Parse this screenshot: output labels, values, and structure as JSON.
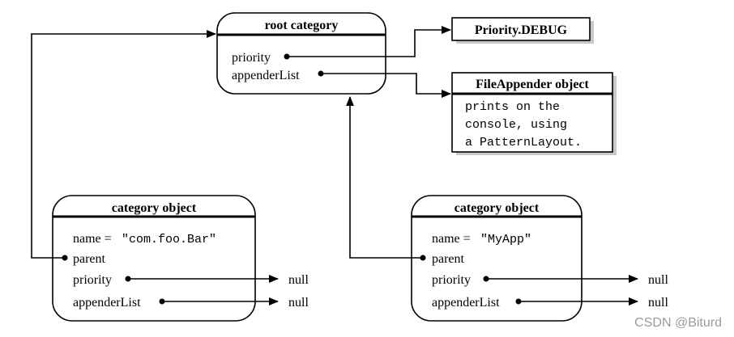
{
  "root": {
    "title": "root category",
    "priority_label": "priority",
    "appender_label": "appenderList"
  },
  "priority_box": {
    "label": "Priority.DEBUG"
  },
  "file_appender": {
    "title": "FileAppender object",
    "lines": [
      "prints on the",
      "console, using",
      "a PatternLayout."
    ]
  },
  "category_left": {
    "title": "category object",
    "name_label": "name = ",
    "name_value": "\"com.foo.Bar\"",
    "parent_label": "parent",
    "priority_label": "priority",
    "appender_label": "appenderList",
    "priority_value": "null",
    "appender_value": "null"
  },
  "category_right": {
    "title": "category object",
    "name_label": "name = ",
    "name_value": "\"MyApp\"",
    "parent_label": "parent",
    "priority_label": "priority",
    "appender_label": "appenderList",
    "priority_value": "null",
    "appender_value": "null"
  },
  "watermark": "CSDN @Biturd"
}
